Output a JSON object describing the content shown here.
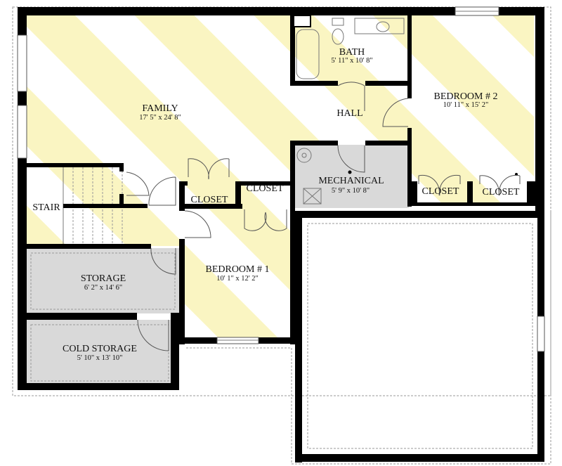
{
  "rooms": {
    "family": {
      "name": "FAMILY",
      "size": "17' 5\" x 24' 8\""
    },
    "bath": {
      "name": "BATH",
      "size": "5' 11\" x 10' 8\""
    },
    "hall": {
      "name": "HALL"
    },
    "bedroom2": {
      "name": "BEDROOM # 2",
      "size": "10' 11\" x 15' 2\""
    },
    "mechanical": {
      "name": "MECHANICAL",
      "size": "5' 9\" x 10' 8\""
    },
    "closet_b2_left": {
      "name": "CLOSET"
    },
    "closet_b2_right": {
      "name": "CLOSET"
    },
    "closet_hall": {
      "name": "CLOSET"
    },
    "closet_b1": {
      "name": "CLOSET"
    },
    "stair": {
      "name": "STAIR"
    },
    "storage": {
      "name": "STORAGE",
      "size": "6' 2\" x 14' 6\""
    },
    "bedroom1": {
      "name": "BEDROOM # 1",
      "size": "10' 1\" x 12' 2\""
    },
    "cold_storage": {
      "name": "COLD STORAGE",
      "size": "5' 10\" x 13' 10\""
    }
  },
  "colors": {
    "stripe": "#faf5c2",
    "unfinished": "#d9d9d9",
    "wall": "#000000"
  }
}
